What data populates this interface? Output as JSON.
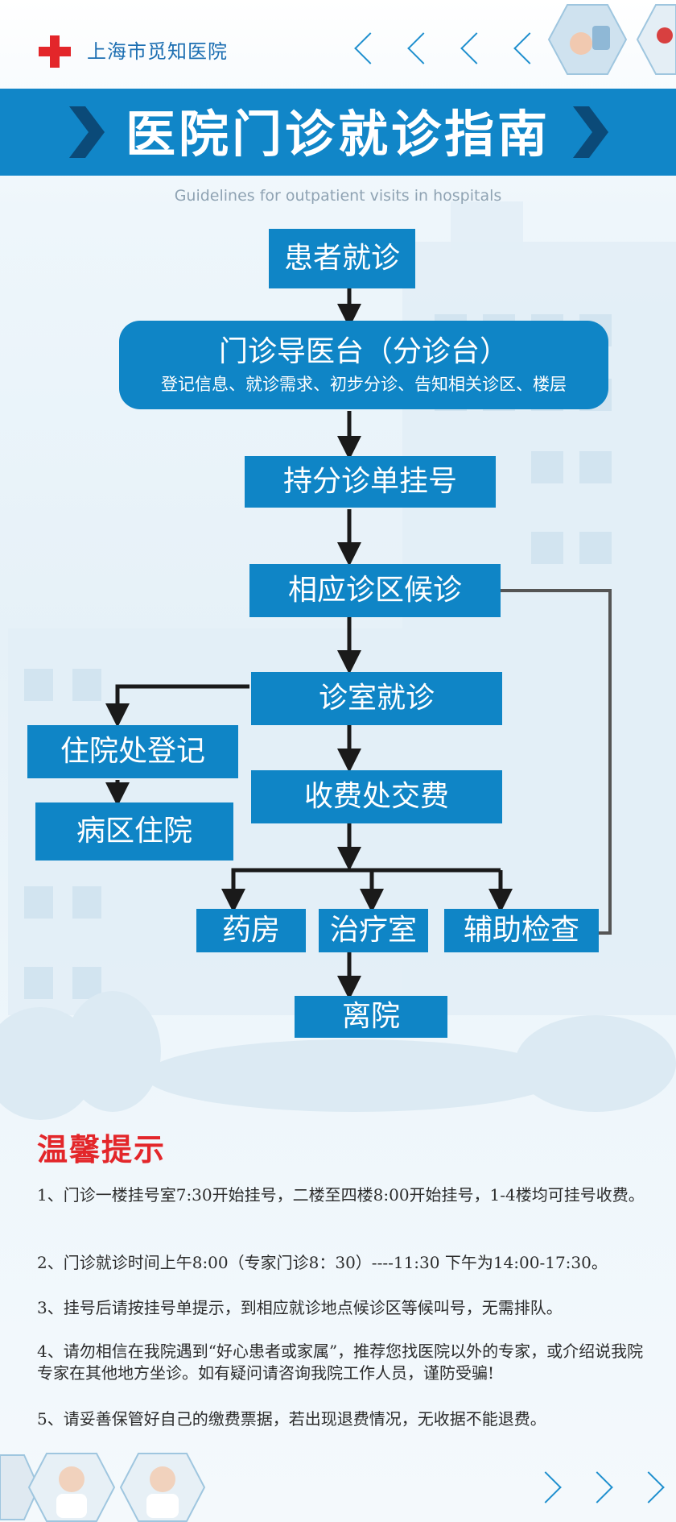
{
  "header": {
    "hospital_name": "上海市觅知医院",
    "logo_icon": "red-cross-icon"
  },
  "title": {
    "main": "医院门诊就诊指南",
    "subtitle": "Guidelines for outpatient visits in hospitals"
  },
  "flow": {
    "step1": "患者就诊",
    "step2": "门诊导医台（分诊台）",
    "step2_detail": "登记信息、就诊需求、初步分诊、告知相关诊区、楼层",
    "step3": "持分诊单挂号",
    "step4": "相应诊区候诊",
    "step5": "诊室就诊",
    "step6a": "住院处登记",
    "step6b": "病区住院",
    "step7": "收费处交费",
    "step8a": "药房",
    "step8b": "治疗室",
    "step8c": "辅助检查",
    "step9": "离院"
  },
  "tips": {
    "heading": "温馨提示",
    "items": [
      "1、门诊一楼挂号室7:30开始挂号，二楼至四楼8:00开始挂号，1-4楼均可挂号收费。",
      "2、门诊就诊时间上午8:00（专家门诊8：30）----11:30  下午为14:00-17:30。",
      "3、挂号后请按挂号单提示，到相应就诊地点候诊区等候叫号，无需排队。",
      "4、请勿相信在我院遇到“好心患者或家属”，推荐您找医院以外的专家，或介绍说我院专家在其他地方坐诊。如有疑问请咨询我院工作人员，谨防受骗!",
      "5、请妥善保管好自己的缴费票据，若出现退费情况，无收据不能退费。"
    ]
  },
  "colors": {
    "brand_blue": "#0f85c6",
    "accent_red": "#e3262a",
    "arrow": "#1a1a1a",
    "connector_gray": "#555555"
  }
}
